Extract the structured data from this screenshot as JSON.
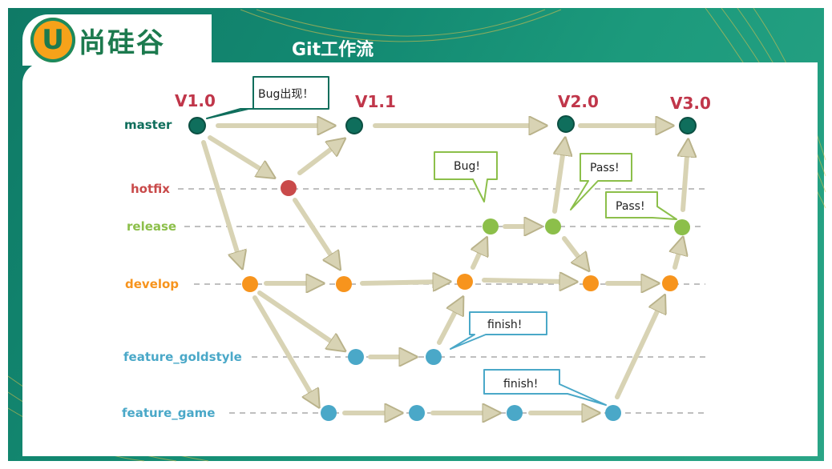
{
  "logo": {
    "mark": "U",
    "text": "尚硅谷"
  },
  "title": "Git工作流",
  "colors": {
    "master": "#0f6e5c",
    "hotfix": "#c94a4a",
    "release": "#8cbf4a",
    "develop": "#f7941d",
    "feature": "#4aa8c8",
    "arrow": "#d8d3b4",
    "arrow_edge": "#b9b28a",
    "version": "#c0364a"
  },
  "lanes": [
    {
      "id": "master",
      "label": "master",
      "color": "#0f6e5c"
    },
    {
      "id": "hotfix",
      "label": "hotfix",
      "color": "#c94a4a"
    },
    {
      "id": "release",
      "label": "release",
      "color": "#8cbf4a"
    },
    {
      "id": "develop",
      "label": "develop",
      "color": "#f7941d"
    },
    {
      "id": "feature_goldstyle",
      "label": "feature_goldstyle",
      "color": "#4aa8c8"
    },
    {
      "id": "feature_game",
      "label": "feature_game",
      "color": "#4aa8c8"
    }
  ],
  "versions": [
    "V1.0",
    "V1.1",
    "V2.0",
    "V3.0"
  ],
  "callouts": {
    "bug_found": "Bug出现！",
    "bug": "Bug!",
    "pass1": "Pass!",
    "pass2": "Pass!",
    "finish1": "finish!",
    "finish2": "finish!"
  }
}
